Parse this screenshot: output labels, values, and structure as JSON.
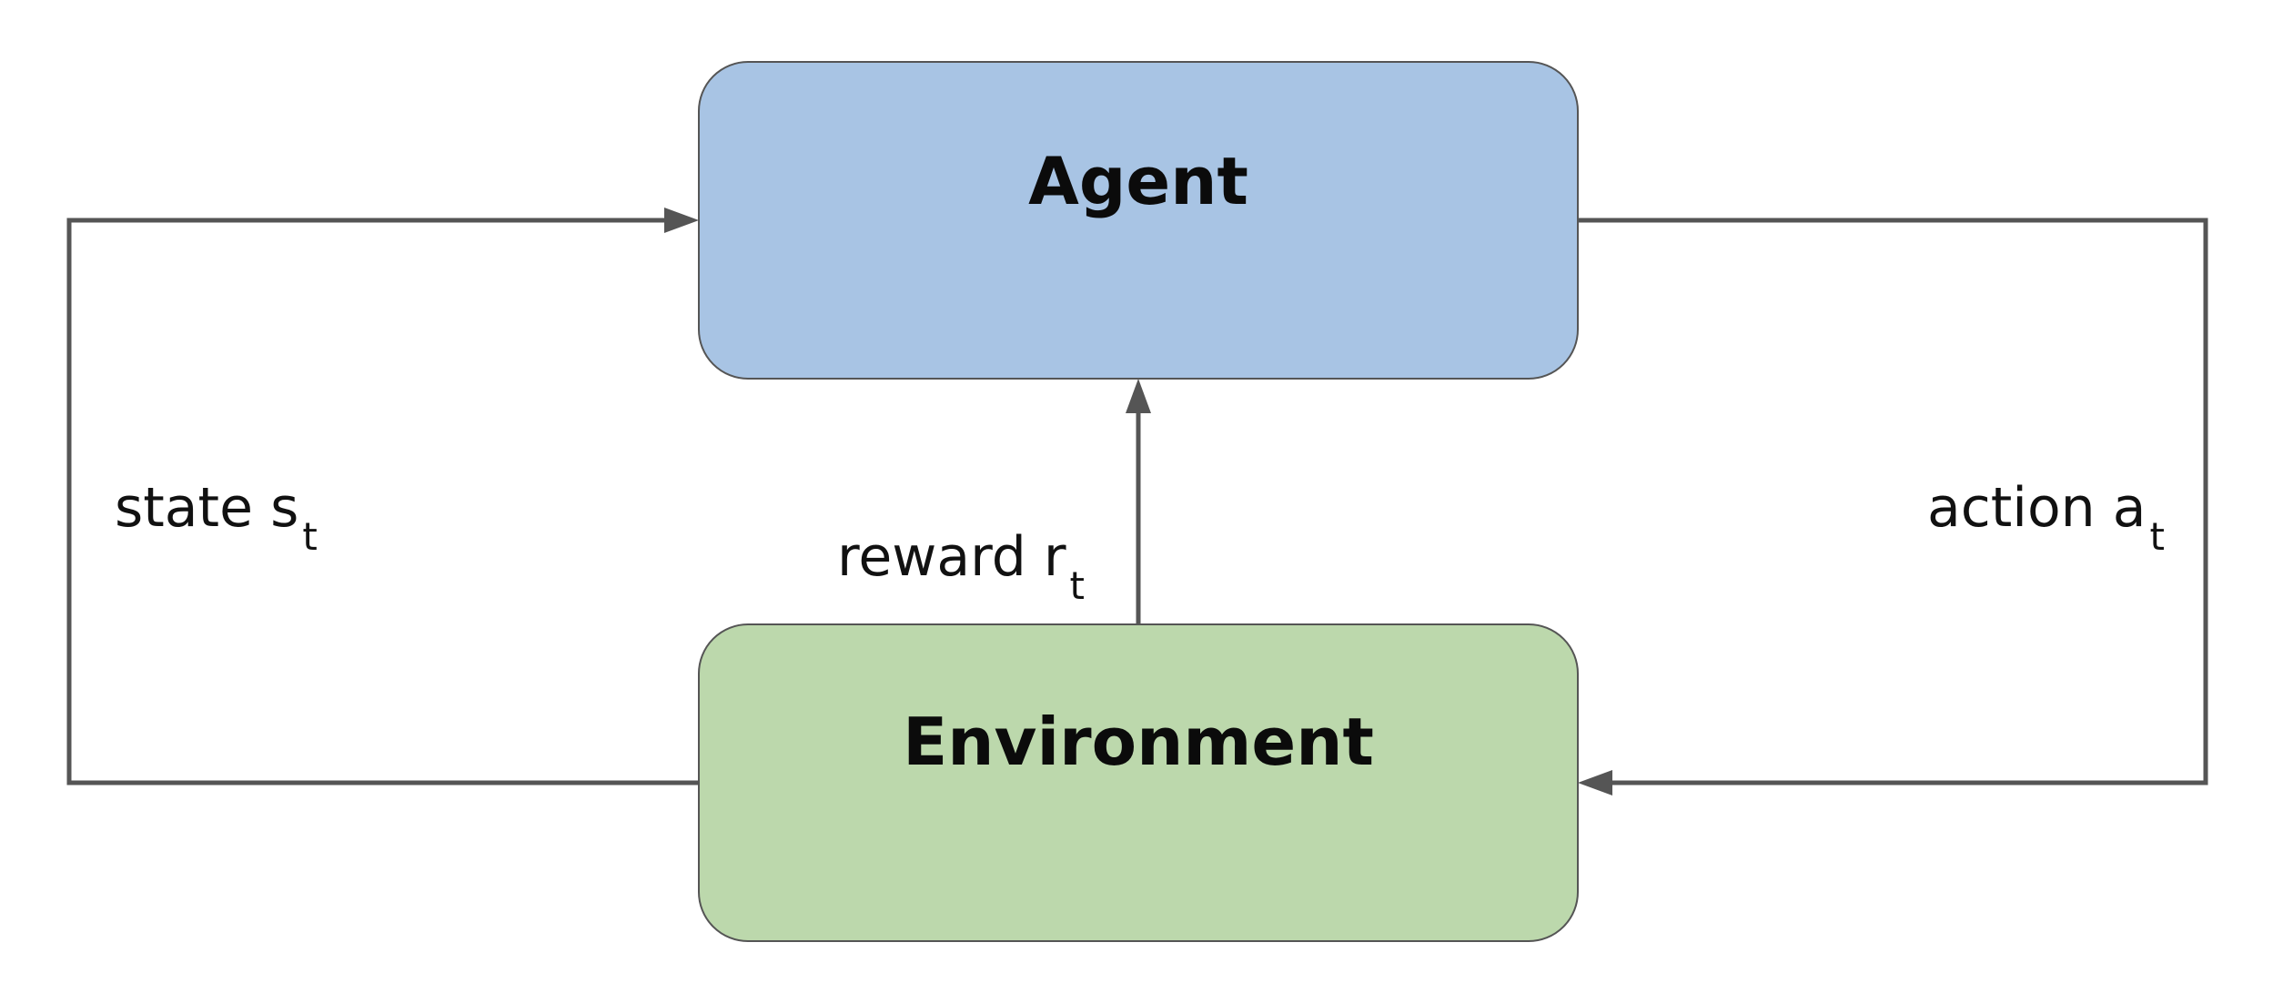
{
  "nodes": {
    "agent": {
      "label": "Agent",
      "fill": "#a8c4e4",
      "stroke": "#555555"
    },
    "environment": {
      "label": "Environment",
      "fill": "#bcd8ac",
      "stroke": "#555555"
    }
  },
  "edges": {
    "state": {
      "label": "state s",
      "subscript": "t"
    },
    "reward": {
      "label": "reward r",
      "subscript": "t"
    },
    "action": {
      "label": "action a",
      "subscript": "t"
    }
  },
  "colors": {
    "line": "#555555"
  }
}
